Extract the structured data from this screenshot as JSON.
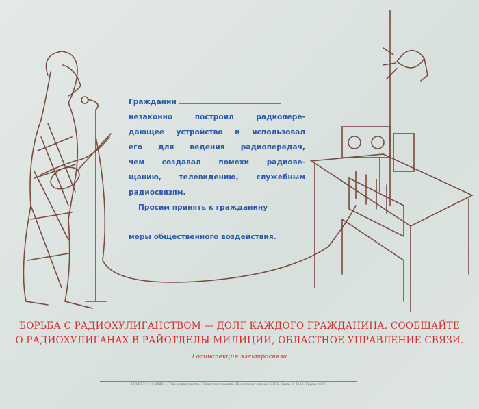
{
  "form_text": {
    "line1": "Гражданин",
    "line2": "незаконно построил радиопере-",
    "line3": "дающее устройство и использовал",
    "line4": "его для ведения радиопередач,",
    "line5": "чем создавал помехи радиове-",
    "line6": "щанию, телевидению, служебным",
    "line7": "радиосвязям.",
    "line8": "Просим принять к гражданину",
    "line9": "меры общественного воздействия."
  },
  "slogan": {
    "line1": "БОРЬБА С РАДИОХУЛИГАНСТВОМ — ДОЛГ КАЖДОГО ГРАЖДАНИНА. СООБЩАЙТЕ",
    "line2": "О РАДИОХУЛИГАНАХ В РАЙОТДЕЛЫ МИЛИЦИИ, ОБЛАСТНОЕ УПРАВЛЕНИЕ СВЯЗИ."
  },
  "signature": "Госинспекция электросвязи",
  "imprint": "15/VIII-74 г. Ф-200811. Тип. издательства «Полесская правда» Полесского обкома КПСС. Заказ № 4218. Тираж 2000.",
  "colors": {
    "text_blue": "#2c5aa8",
    "slogan_red": "#d0302c",
    "drawing_brown": "#7a4a3c",
    "paper": "#dfe5e3"
  }
}
